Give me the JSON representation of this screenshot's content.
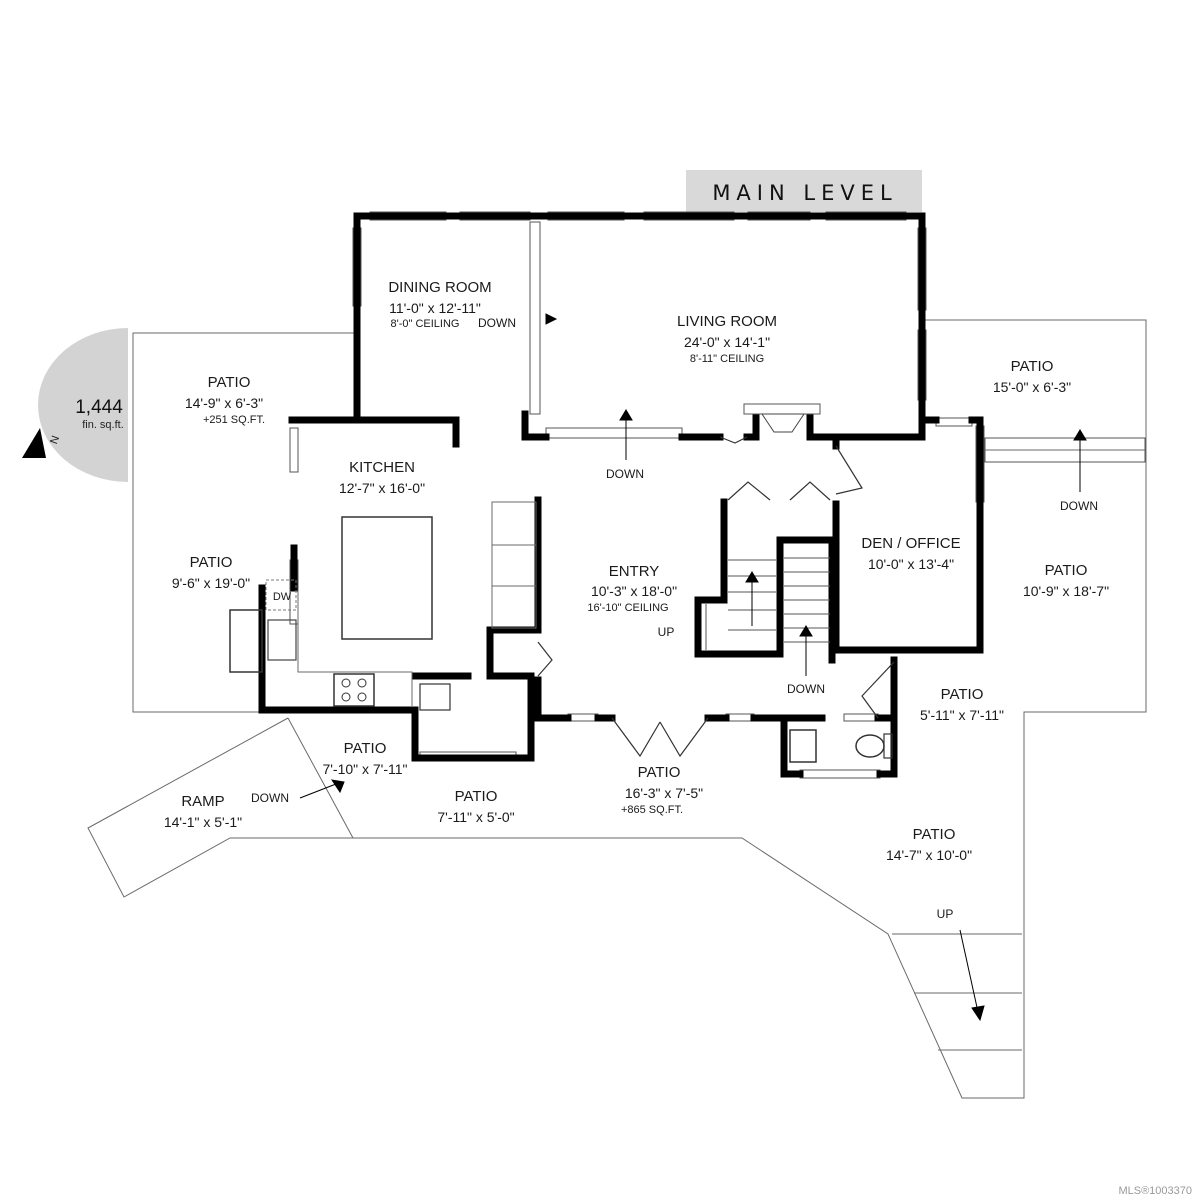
{
  "title": "MAIN LEVEL",
  "area": {
    "value": "1,444",
    "unit": "fin. sq.ft.",
    "compass": "N"
  },
  "rooms": {
    "dining_room": {
      "name": "DINING ROOM",
      "size": "11'-0\" x 12'-11\"",
      "note": "8'-0\" CEILING"
    },
    "living_room": {
      "name": "LIVING ROOM",
      "size": "24'-0\" x 14'-1\"",
      "note": "8'-11\" CEILING"
    },
    "kitchen": {
      "name": "KITCHEN",
      "size": "12'-7\" x 16'-0\""
    },
    "entry": {
      "name": "ENTRY",
      "size": "10'-3\" x 18'-0\"",
      "note": "16'-10\" CEILING"
    },
    "den_office": {
      "name": "DEN / OFFICE",
      "size": "10'-0\" x 13'-4\""
    },
    "patio_nw": {
      "name": "PATIO",
      "size": "14'-9\" x 6'-3\"",
      "note": "+251 SQ.FT."
    },
    "patio_w": {
      "name": "PATIO",
      "size": "9'-6\" x 19'-0\""
    },
    "patio_ne": {
      "name": "PATIO",
      "size": "15'-0\" x 6'-3\""
    },
    "patio_e": {
      "name": "PATIO",
      "size": "10'-9\" x 18'-7\""
    },
    "patio_se_small": {
      "name": "PATIO",
      "size": "5'-11\" x 7'-11\""
    },
    "patio_sw_small": {
      "name": "PATIO",
      "size": "7'-10\" x 7'-11\""
    },
    "patio_s_left": {
      "name": "PATIO",
      "size": "7'-11\" x 5'-0\""
    },
    "patio_s_center": {
      "name": "PATIO",
      "size": "16'-3\" x 7'-5\"",
      "note": "+865 SQ.FT."
    },
    "patio_s_right": {
      "name": "PATIO",
      "size": "14'-7\" x 10'-0\""
    },
    "ramp": {
      "name": "RAMP",
      "size": "14'-1\" x 5'-1\""
    }
  },
  "fixtures": {
    "dishwasher": "DW"
  },
  "arrows": {
    "down_dining": "DOWN",
    "down_living": "DOWN",
    "down_east_patio": "DOWN",
    "down_stairs": "DOWN",
    "up_stairs": "UP",
    "down_ramp": "DOWN",
    "up_steps": "UP"
  },
  "footer": {
    "mls": "MLS®1003370"
  },
  "colors": {
    "wall": "#000000",
    "banner": "#d9d9d9",
    "area_badge": "#d3d3d3",
    "line": "#6a6a6a"
  }
}
